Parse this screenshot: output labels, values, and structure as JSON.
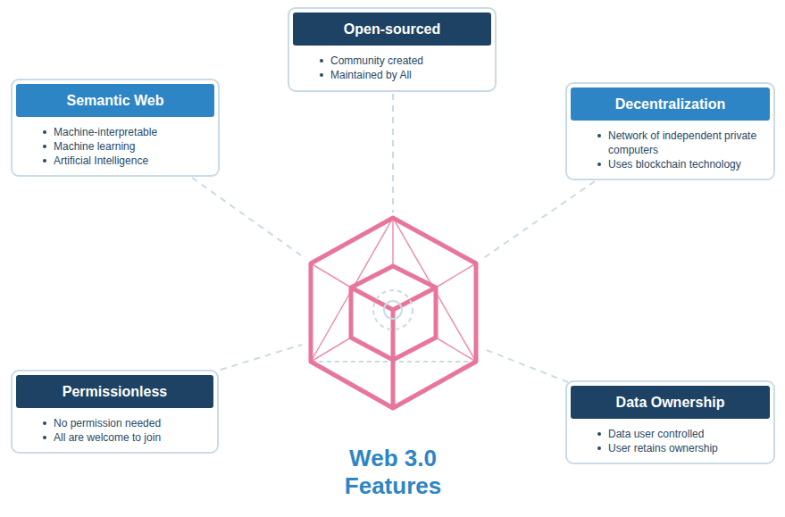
{
  "diagram": {
    "title": "Web 3.0 Features",
    "nodes": [
      {
        "text": [
          "Open-sourced",
          "Community created",
          "Maintained by All"
        ]
      },
      {
        "text": [
          "Semantic Web",
          "Machine-interpretable",
          "Machine learning",
          "Artificial Intelligence"
        ]
      },
      {
        "text": [
          "Decentralization",
          "Network of independent private computers",
          "Uses blockchain technology"
        ]
      },
      {
        "text": [
          "Permissionless",
          "No permission needed",
          "All are welcome to join"
        ]
      },
      {
        "text": [
          "Data Ownership",
          "Data user controlled",
          "User retains ownership"
        ]
      }
    ]
  }
}
